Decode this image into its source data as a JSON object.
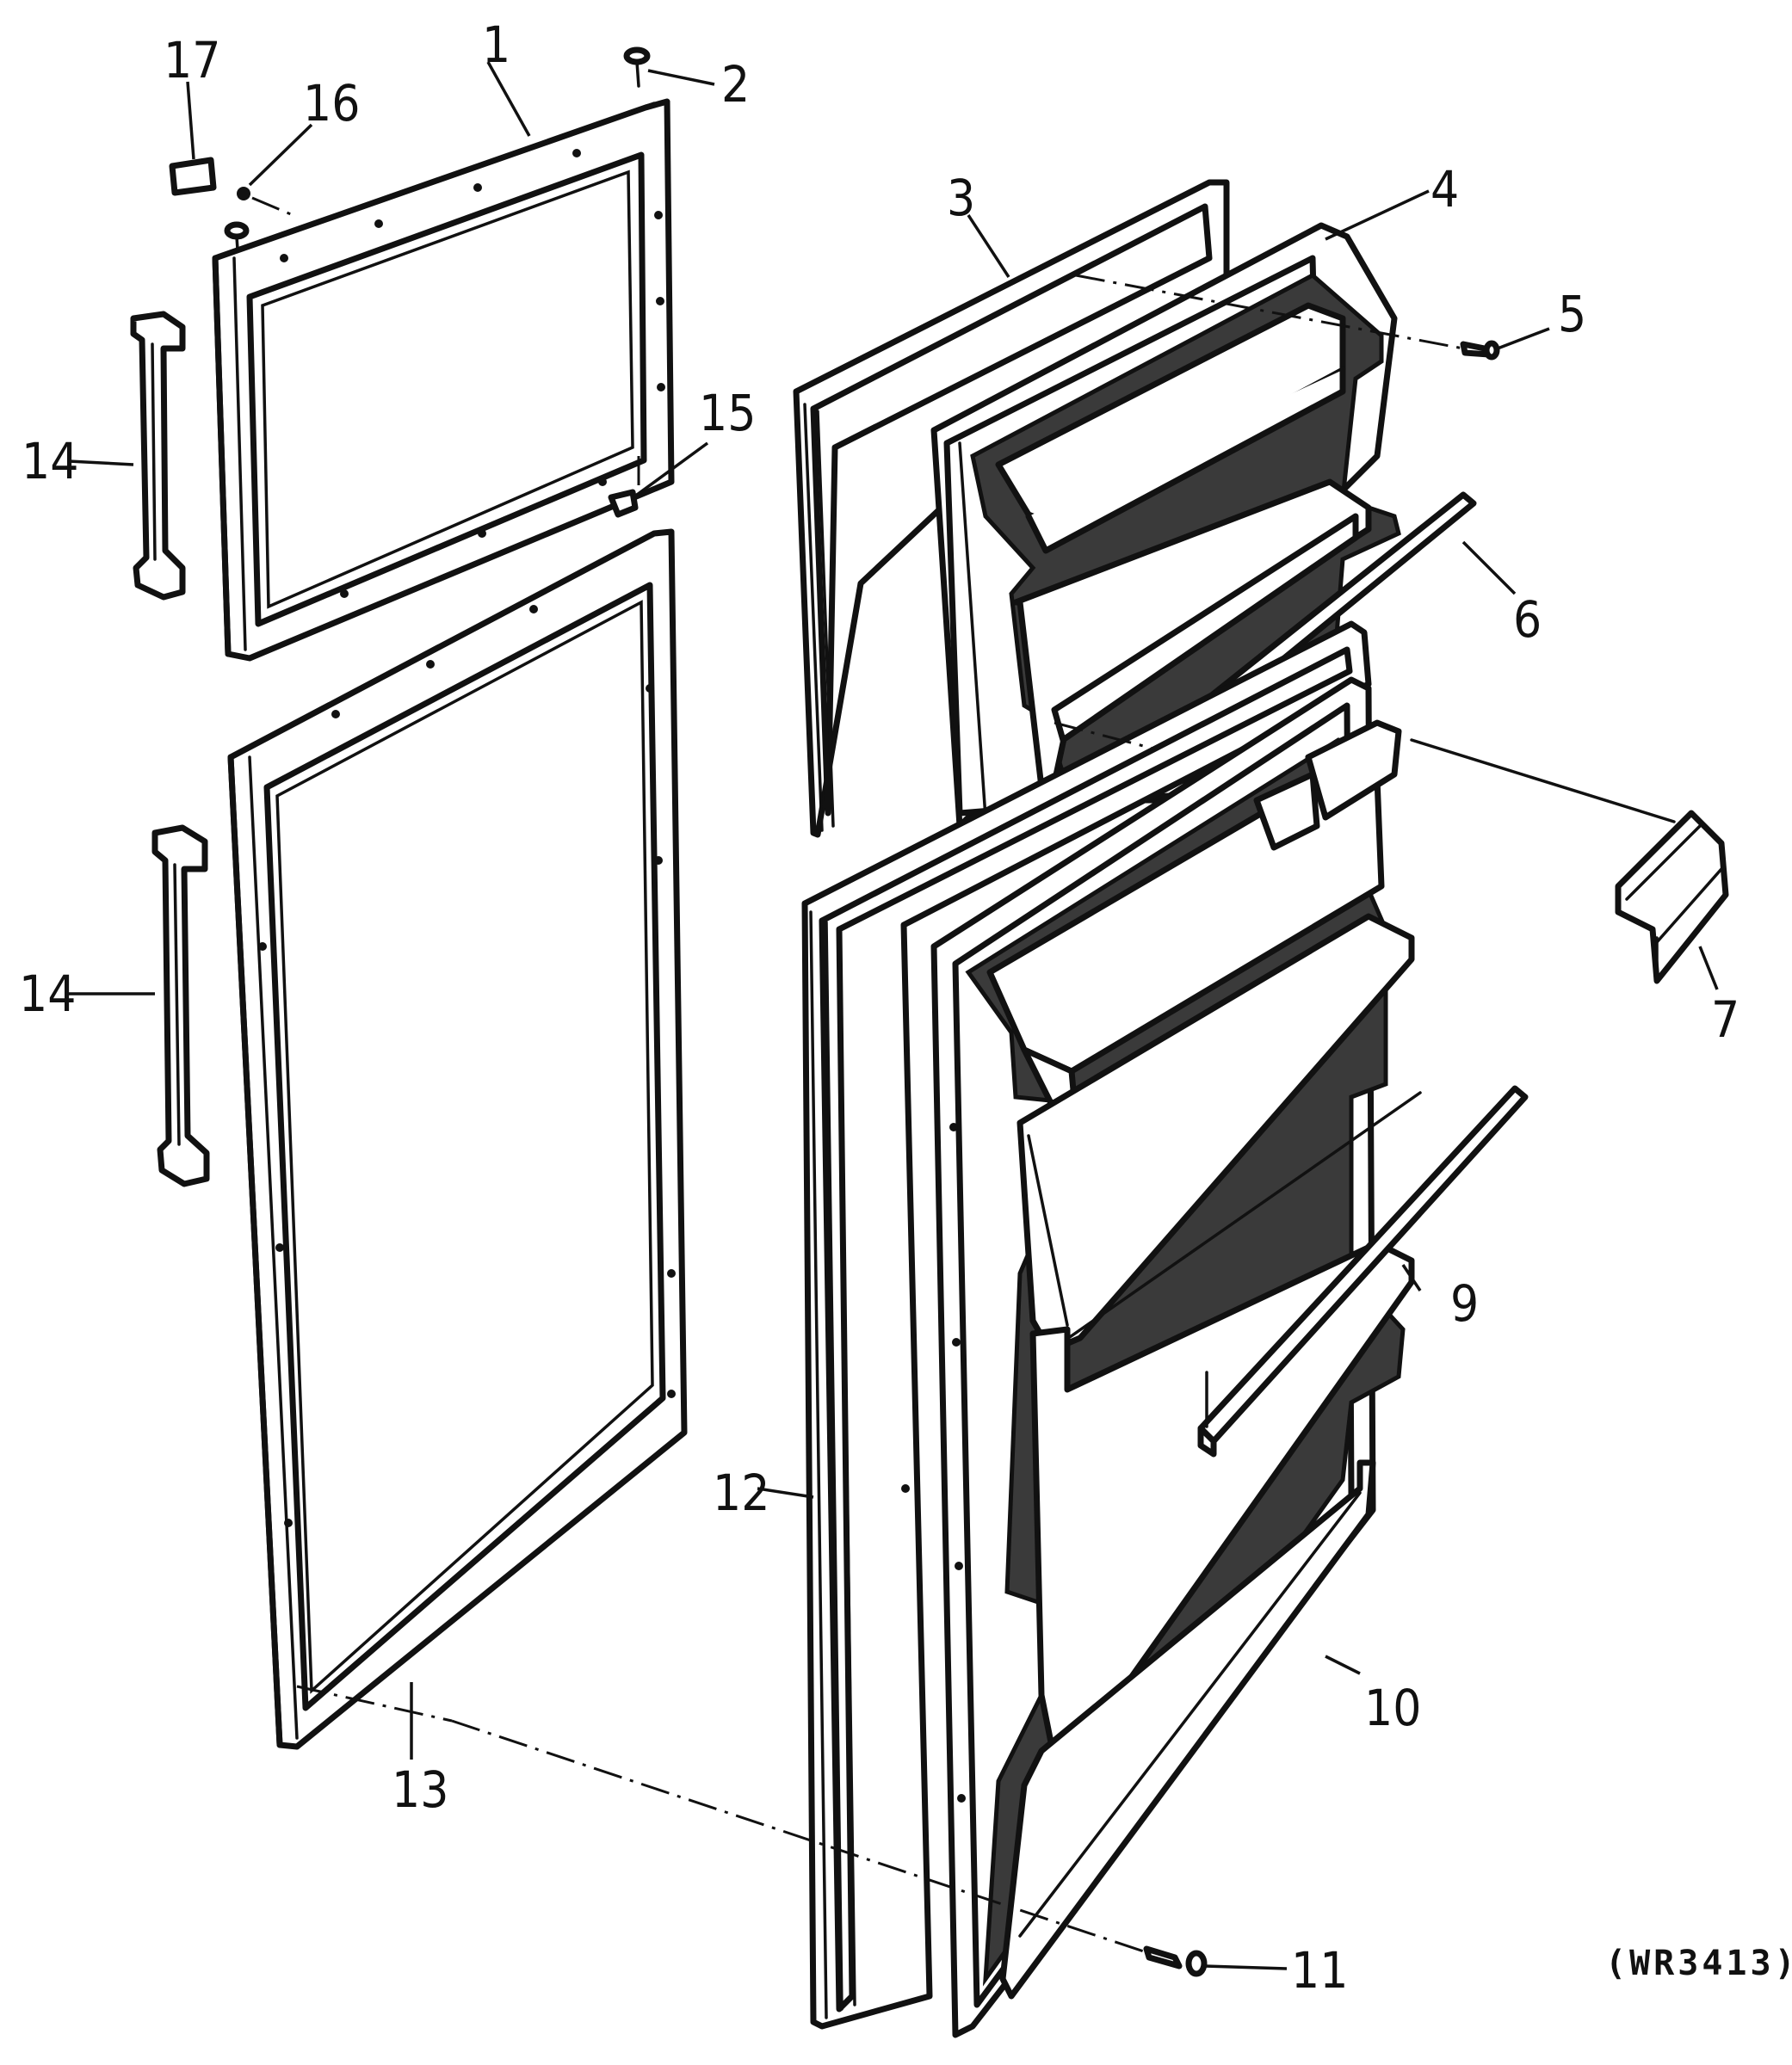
{
  "figure": {
    "part_labels": [
      "1",
      "2",
      "3",
      "4",
      "5",
      "6",
      "7",
      "9",
      "10",
      "11",
      "12",
      "13",
      "14",
      "14",
      "15",
      "16",
      "17"
    ],
    "reference_code": "(WR3413)"
  }
}
